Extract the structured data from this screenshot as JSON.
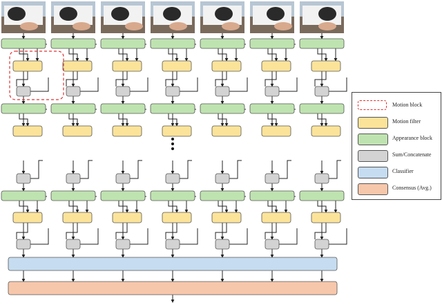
{
  "colors": {
    "motion_block": "#e03030",
    "motion_filter": "#fbe39a",
    "appearance_block": "#bfe3b0",
    "sum_concatenate": "#d3d3d3",
    "classifier": "#c6dcf0",
    "consensus": "#f7c7ab"
  },
  "frames": [
    {
      "name": "video-frame-1"
    },
    {
      "name": "video-frame-2"
    },
    {
      "name": "video-frame-3"
    },
    {
      "name": "video-frame-4"
    },
    {
      "name": "video-frame-5"
    },
    {
      "name": "video-frame-6"
    },
    {
      "name": "video-frame-7"
    }
  ],
  "legend": {
    "items": [
      {
        "key": "motion_block",
        "label": "Motion block",
        "style": "dashed"
      },
      {
        "key": "motion_filter",
        "label": "Motion filter",
        "style": "fill"
      },
      {
        "key": "appearance_block",
        "label": "Appearance block",
        "style": "fill"
      },
      {
        "key": "sum_concatenate",
        "label": "Sum/Concatenate",
        "style": "fill"
      },
      {
        "key": "classifier",
        "label": "Classifier",
        "style": "fill"
      },
      {
        "key": "consensus",
        "label": "Consensus (Avg.)",
        "style": "fill"
      }
    ]
  }
}
